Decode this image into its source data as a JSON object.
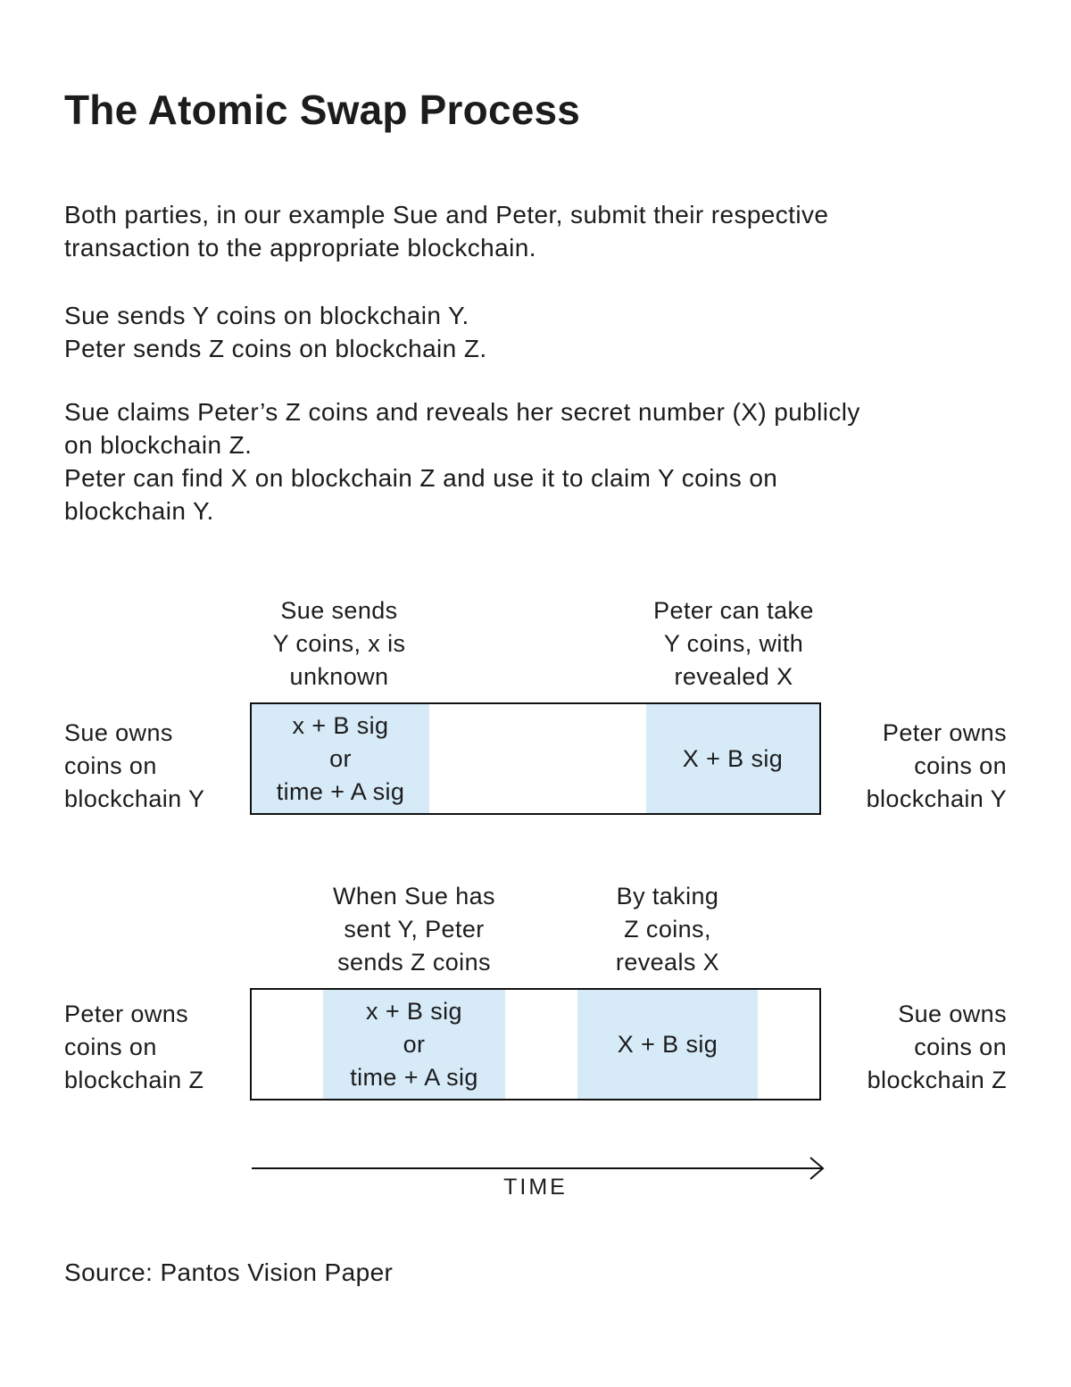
{
  "title": "The Atomic Swap Process",
  "intro": {
    "para1": [
      "Both parties, in our example Sue and Peter, submit their respective",
      "transaction to the appropriate blockchain."
    ],
    "para2": [
      "Sue sends Y coins on blockchain Y.",
      "Peter sends Z coins on blockchain Z."
    ],
    "para3": [
      "Sue claims Peter’s Z coins and reveals her secret number (X) publicly",
      "on blockchain Z.",
      "Peter can find X on blockchain Z and use it to claim Y coins on",
      "blockchain Y."
    ]
  },
  "diagram": {
    "colors": {
      "highlight": "#d6eaf8",
      "border": "#111111"
    },
    "row1": {
      "annotation_left": [
        "Sue sends",
        "Y coins, x is",
        "unknown"
      ],
      "annotation_right": [
        "Peter can take",
        "Y coins, with",
        "revealed X"
      ],
      "left_label": [
        "Sue owns",
        "coins on",
        "blockchain Y"
      ],
      "right_label": [
        "Peter owns",
        "coins on",
        "blockchain Y"
      ],
      "segment1_lines": [
        "x + B sig",
        "or",
        "time + A sig"
      ],
      "segment2": "X + B sig"
    },
    "row2": {
      "annotation_left": [
        "When Sue has",
        "sent Y, Peter",
        "sends Z coins"
      ],
      "annotation_right": [
        "By taking",
        "Z coins,",
        "reveals X"
      ],
      "left_label": [
        "Peter owns",
        "coins on",
        "blockchain Z"
      ],
      "right_label": [
        "Sue owns",
        "coins on",
        "blockchain Z"
      ],
      "segment1_lines": [
        "x + B sig",
        "or",
        "time + A sig"
      ],
      "segment2": "X + B sig"
    },
    "time_label": "TIME"
  },
  "source": "Source: Pantos Vision Paper"
}
